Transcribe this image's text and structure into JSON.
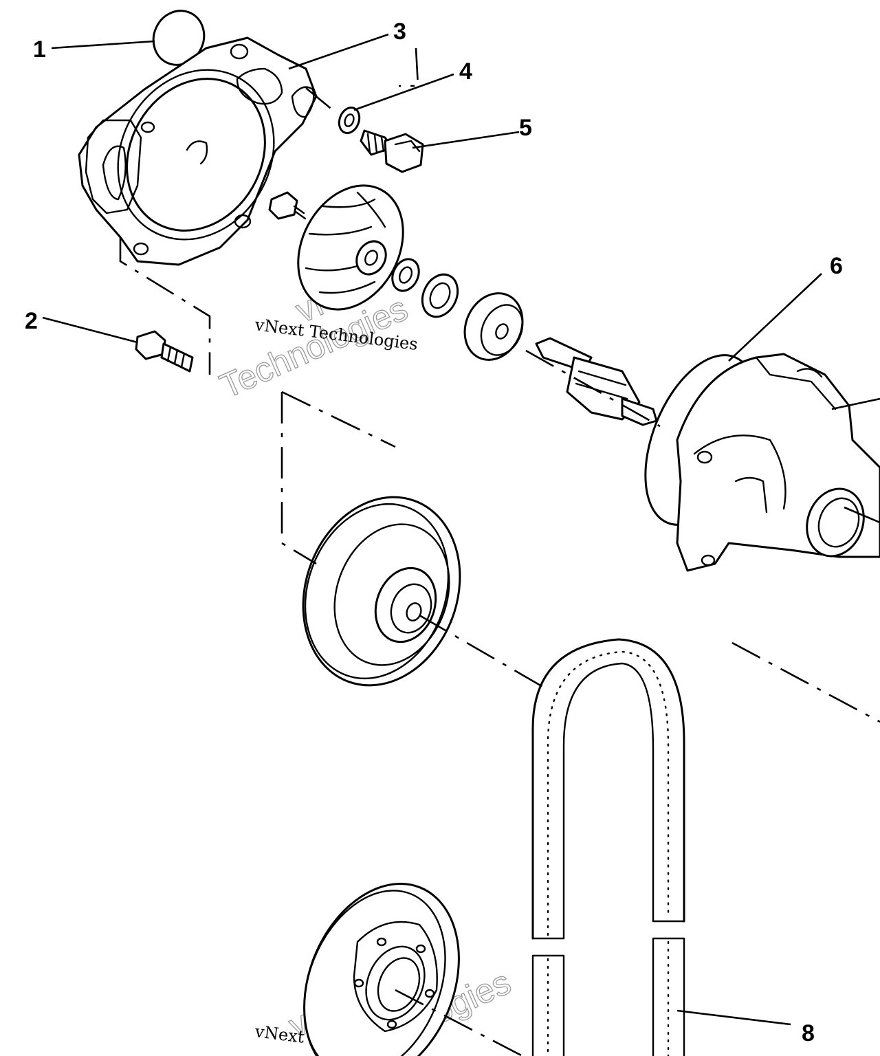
{
  "diagram": {
    "callouts": [
      {
        "id": "1",
        "label": "1"
      },
      {
        "id": "2",
        "label": "2"
      },
      {
        "id": "3",
        "label": "3"
      },
      {
        "id": "4",
        "label": "4"
      },
      {
        "id": "5",
        "label": "5"
      },
      {
        "id": "6",
        "label": "6"
      },
      {
        "id": "8",
        "label": "8"
      }
    ],
    "watermark": {
      "company": "vNext Technologies",
      "brand_line1": "vNext",
      "brand_line2": "Technologies"
    }
  }
}
